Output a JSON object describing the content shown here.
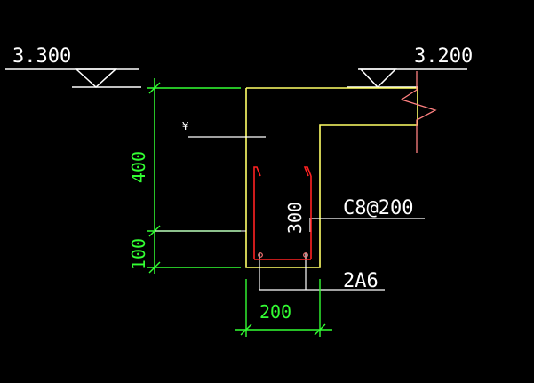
{
  "drawing": {
    "elevations": {
      "left": "3.300",
      "right": "3.200"
    },
    "dimensions": {
      "vertical_top": "400",
      "vertical_bottom": "100",
      "horizontal": "200",
      "stirrup_inner": "300"
    },
    "labels": {
      "stirrup_rebar": "C8@200",
      "bottom_rebar": "2A6",
      "small_mark": "¥"
    },
    "colors": {
      "background": "#000000",
      "white_lines": "#ffffff",
      "outline_yellow": "#ffff66",
      "dimension_green": "#33ff33",
      "rebar_red": "#ff2222",
      "breakline_pink": "#ff8080"
    }
  }
}
